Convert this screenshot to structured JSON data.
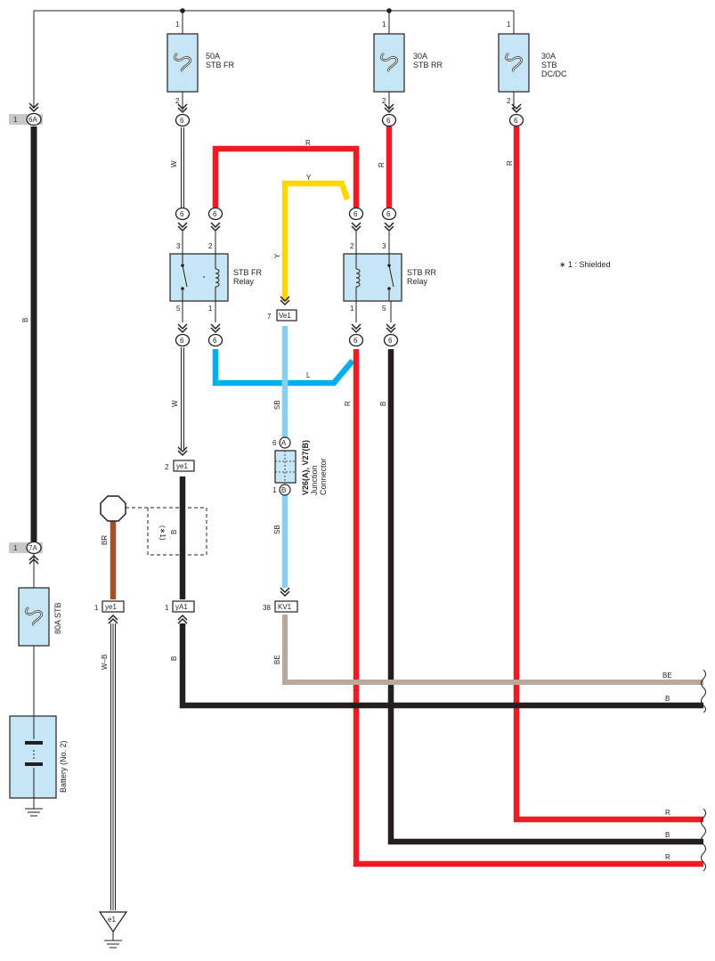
{
  "fuses": [
    {
      "id": "stb-fr",
      "pin_top": "1",
      "pin_bot": "2",
      "l1": "50A",
      "l2": "STB FR",
      "l3": ""
    },
    {
      "id": "stb-rr",
      "pin_top": "1",
      "pin_bot": "2",
      "l1": "30A",
      "l2": "STB RR",
      "l3": ""
    },
    {
      "id": "stb-dcdc",
      "pin_top": "1",
      "pin_bot": "2",
      "l1": "30A",
      "l2": "STB",
      "l3": "DC/DC"
    },
    {
      "id": "stb-80a",
      "label": "80A STB"
    }
  ],
  "relays": [
    {
      "id": "stb-fr-relay",
      "l1": "STB FR",
      "l2": "Relay",
      "p_tl": "3",
      "p_tr": "2",
      "p_bl": "5",
      "p_br": "1"
    },
    {
      "id": "stb-rr-relay",
      "l1": "STB RR",
      "l2": "Relay",
      "p_tl": "2",
      "p_tr": "3",
      "p_bl": "1",
      "p_br": "5"
    }
  ],
  "connector_6": "6",
  "left_connectors": {
    "c6a_pin": "1",
    "c6a": "6A",
    "c7a_pin": "1",
    "c7a": "7A"
  },
  "connectors": {
    "ve1": {
      "pin": "7",
      "name": "Ve1"
    },
    "ye1_top": {
      "pin": "2",
      "name": "ye1"
    },
    "ye1_bot": {
      "pin": "1",
      "name": "ye1"
    },
    "ya1": {
      "pin": "1",
      "name": "yA1"
    },
    "kv1": {
      "pin": "38",
      "name": "KV1"
    },
    "e1": {
      "name": "e1"
    }
  },
  "junction": {
    "pin_a": "6",
    "a": "A",
    "pin_b": "1",
    "b": "B",
    "name": "V26(A), V27(B)",
    "l1": "Junction",
    "l2": "Connector"
  },
  "wire_labels": {
    "w1": "W",
    "r1": "R",
    "r2": "R",
    "y1": "Y",
    "y2": "Y",
    "r3": "R",
    "b_left": "B",
    "w2": "W",
    "sb1": "SB",
    "l": "L",
    "r4": "R",
    "b2": "B",
    "sb2": "SB",
    "br": "BR",
    "b_shield": "B",
    "wb": "W–B",
    "b3": "B",
    "be": "BE",
    "out_be": "BE",
    "out_b1": "B",
    "out_r1": "R",
    "out_b2": "B",
    "out_r2": "R"
  },
  "shield_mark": "(∗1)",
  "note": "∗ 1 : Shielded",
  "battery": "Battery (No. 2)",
  "colors": {
    "red": "#ed1c24",
    "yellow": "#fdd700",
    "blue": "#00aeef",
    "light_blue": "#89cff0",
    "black": "#231f20",
    "brown": "#a0522d",
    "beige": "#b8a99a",
    "box": "#c6e6f5"
  }
}
